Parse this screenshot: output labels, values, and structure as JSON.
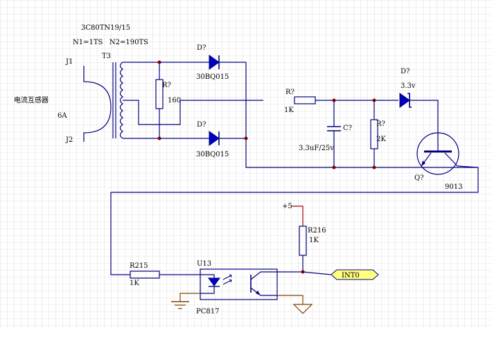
{
  "transformer": {
    "part": "3C80TN19/15",
    "turns": "N1=1TS   N2=190TS",
    "designator": "T3",
    "pin_top": "J1",
    "pin_bottom": "J2",
    "label": "电流互感器",
    "rating": "6A"
  },
  "burden_resistor": {
    "designator": "R?",
    "value": "160"
  },
  "diode_top": {
    "designator": "D?",
    "part": "30BQ015"
  },
  "diode_bottom": {
    "designator": "D?",
    "part": "30BQ015"
  },
  "series_resistor": {
    "designator": "R?",
    "value": "1K"
  },
  "capacitor": {
    "designator": "C?",
    "value": "3.3uF/25v"
  },
  "shunt_resistor": {
    "designator": "R?",
    "value": "2K"
  },
  "zener": {
    "designator": "D?",
    "value": "3.3v"
  },
  "transistor": {
    "designator": "Q?",
    "part": "9013"
  },
  "led_resistor": {
    "designator": "R215",
    "value": "1K"
  },
  "optocoupler": {
    "designator": "U13",
    "part": "PC817"
  },
  "pullup_resistor": {
    "designator": "R216",
    "value": "1K"
  },
  "supply": {
    "label": "+5"
  },
  "net_port": {
    "label": "INT0"
  },
  "colors": {
    "wire": "#000080",
    "power": "#a00000",
    "ground": "#804000",
    "junction": "#800000",
    "port_fill": "#ffff80",
    "grid": "#c8c8c8",
    "grid_major": "#b8b8b8"
  }
}
